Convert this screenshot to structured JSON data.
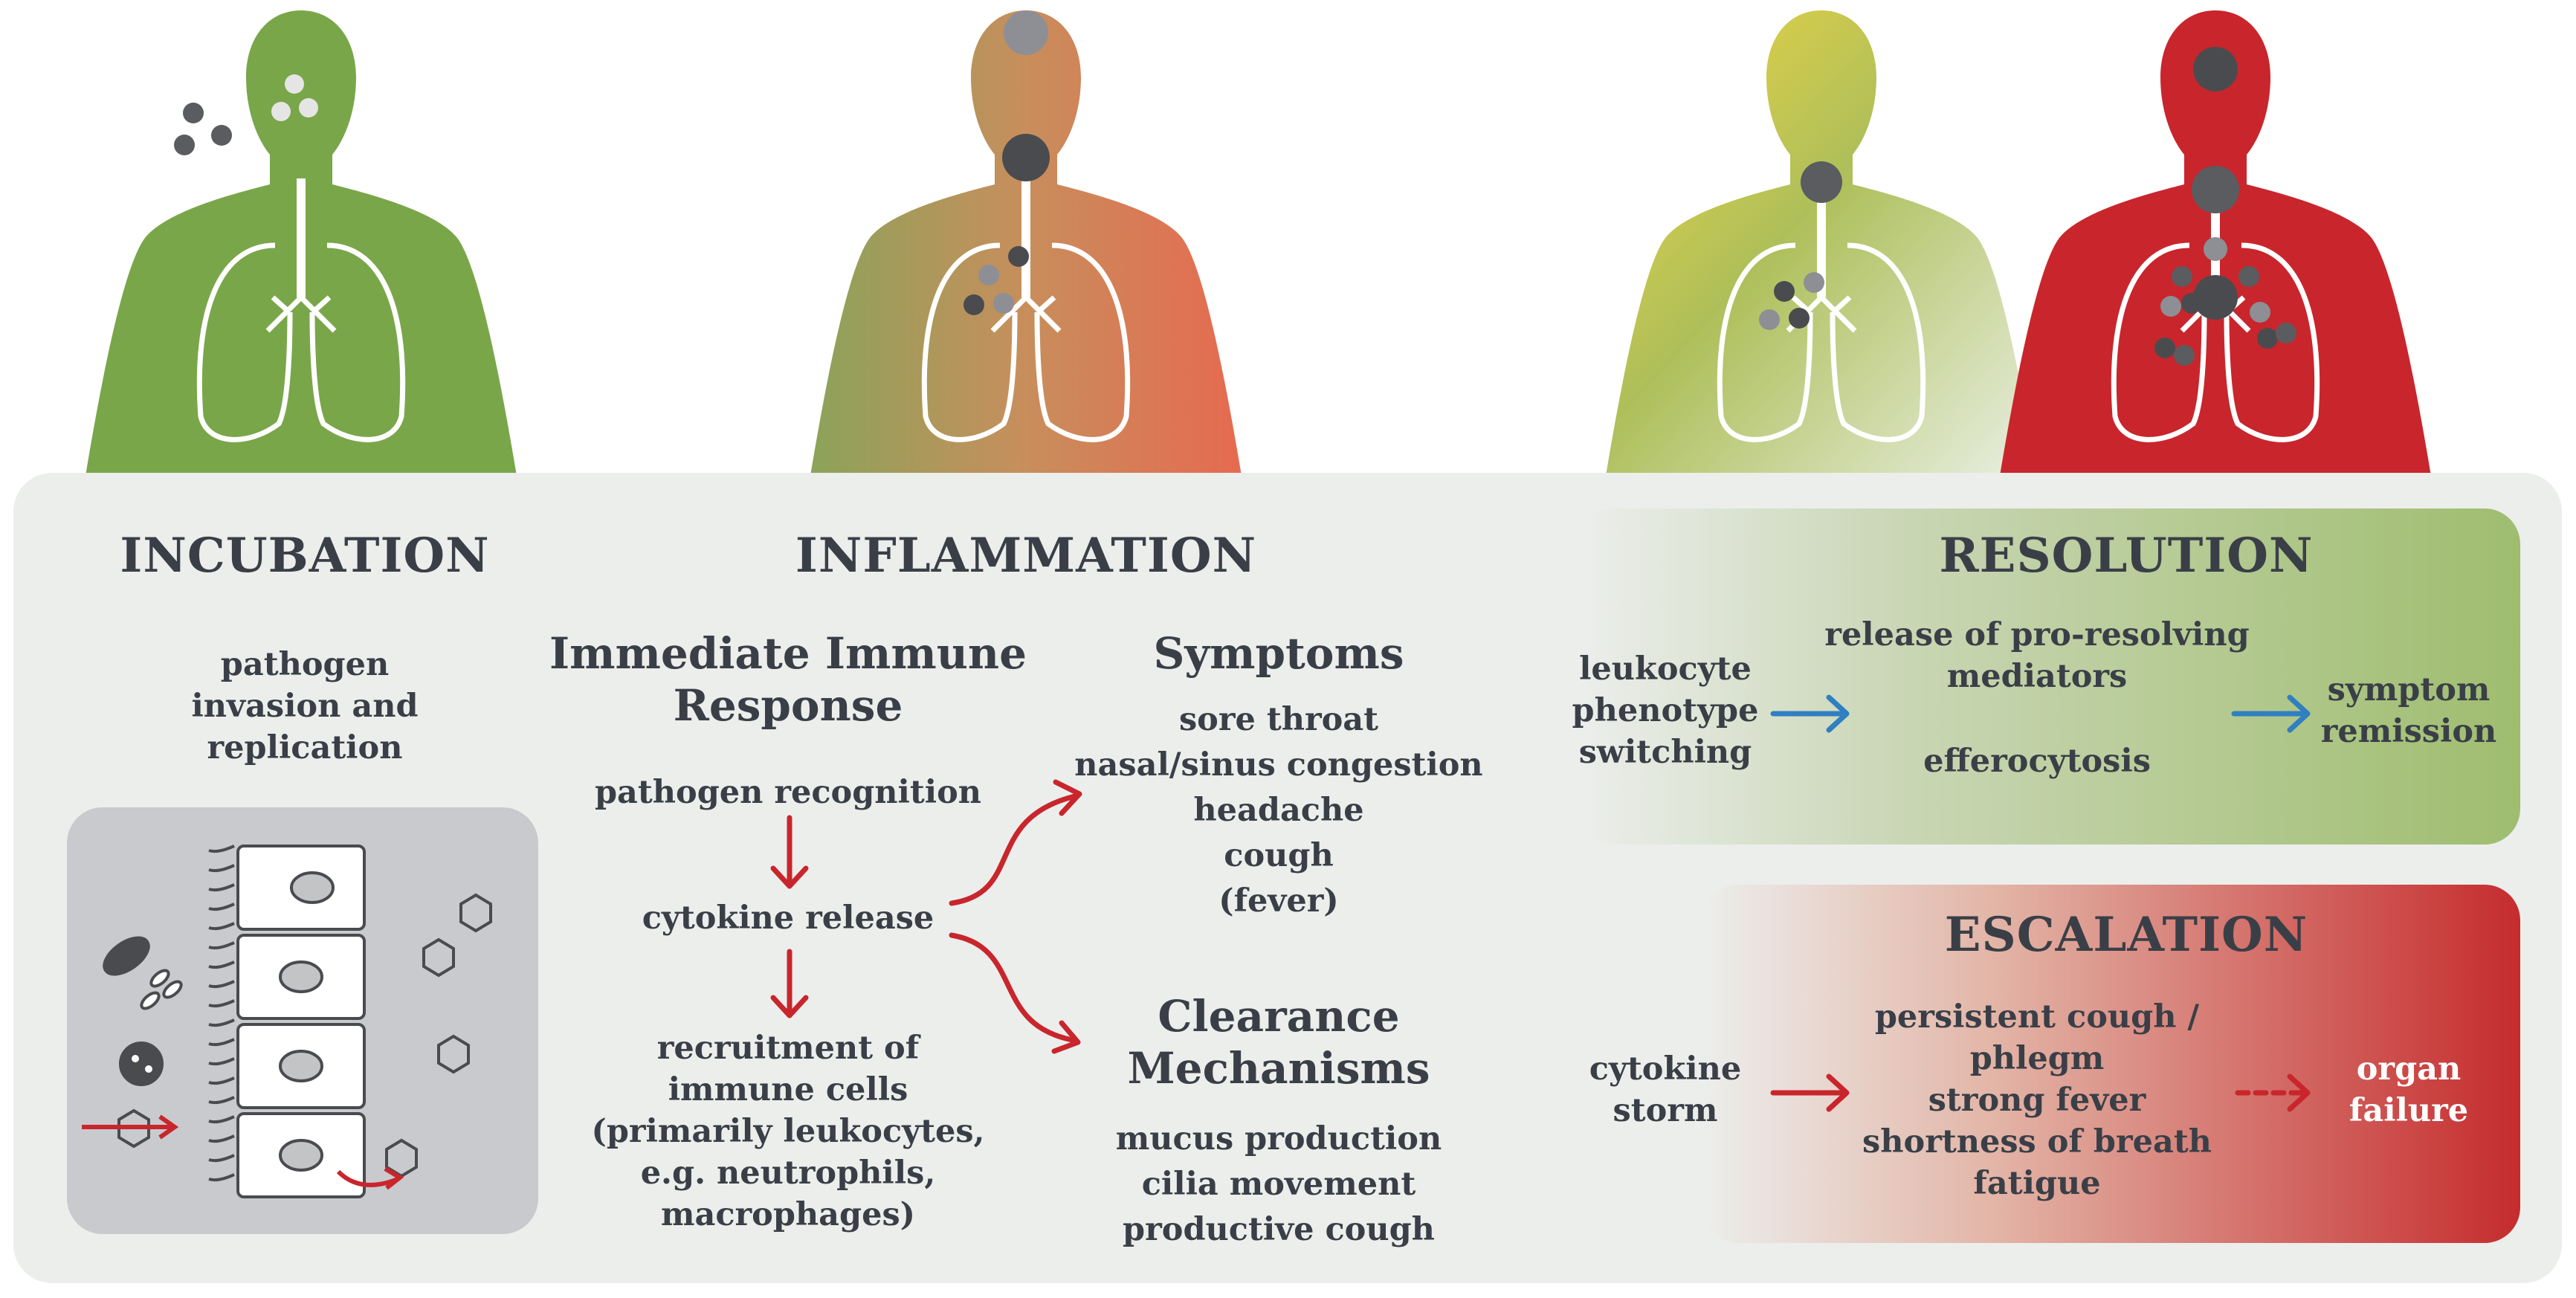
{
  "stages": {
    "incubation": {
      "title": "INCUBATION",
      "description": [
        "pathogen",
        "invasion and",
        "replication"
      ]
    },
    "inflammation": {
      "title": "INFLAMMATION",
      "immune_response": {
        "heading": [
          "Immediate Immune",
          "Response"
        ],
        "step1": "pathogen recognition",
        "step2": "cytokine release",
        "step3": [
          "recruitment of",
          "immune cells",
          "(primarily leukocytes,",
          "e.g. neutrophils,",
          "macrophages)"
        ]
      },
      "symptoms": {
        "heading": "Symptoms",
        "items": [
          "sore throat",
          "nasal/sinus congestion",
          "headache",
          "cough",
          "(fever)"
        ]
      },
      "clearance": {
        "heading": [
          "Clearance",
          "Mechanisms"
        ],
        "items": [
          "mucus production",
          "cilia movement",
          "productive cough"
        ]
      }
    },
    "resolution": {
      "title": "RESOLUTION",
      "step1": [
        "leukocyte",
        "phenotype",
        "switching"
      ],
      "step2a": [
        "release of pro-resolving",
        "mediators"
      ],
      "step2b": "efferocytosis",
      "step3": [
        "symptom",
        "remission"
      ]
    },
    "escalation": {
      "title": "ESCALATION",
      "step1": [
        "cytokine",
        "storm"
      ],
      "step2": [
        "persistent cough /",
        "phlegm",
        "strong fever",
        "shortness of breath",
        "fatigue"
      ],
      "step3": [
        "organ",
        "failure"
      ]
    }
  },
  "colors": {
    "text": "#3a3f47",
    "panel": "#eceeec",
    "green": "#7aa64a",
    "red": "#c8262c",
    "blue_arrow": "#2f7fc1",
    "red_arrow": "#c8262c"
  }
}
